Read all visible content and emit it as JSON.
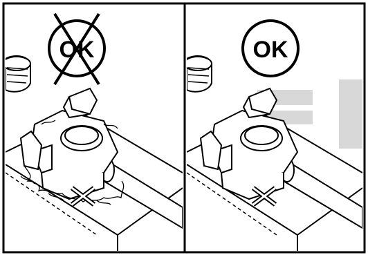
{
  "panels": [
    {
      "id": "corroded",
      "badge_text": "OK",
      "crossed_out": true
    },
    {
      "id": "clean",
      "badge_text": "OK",
      "crossed_out": false
    }
  ],
  "icons": {
    "terminal_sign": "cross-terminal-icon",
    "badge": "ok-circle-icon"
  },
  "colors": {
    "ink": "#000000",
    "paper": "#ffffff",
    "watermark": "#d8d8d8"
  }
}
